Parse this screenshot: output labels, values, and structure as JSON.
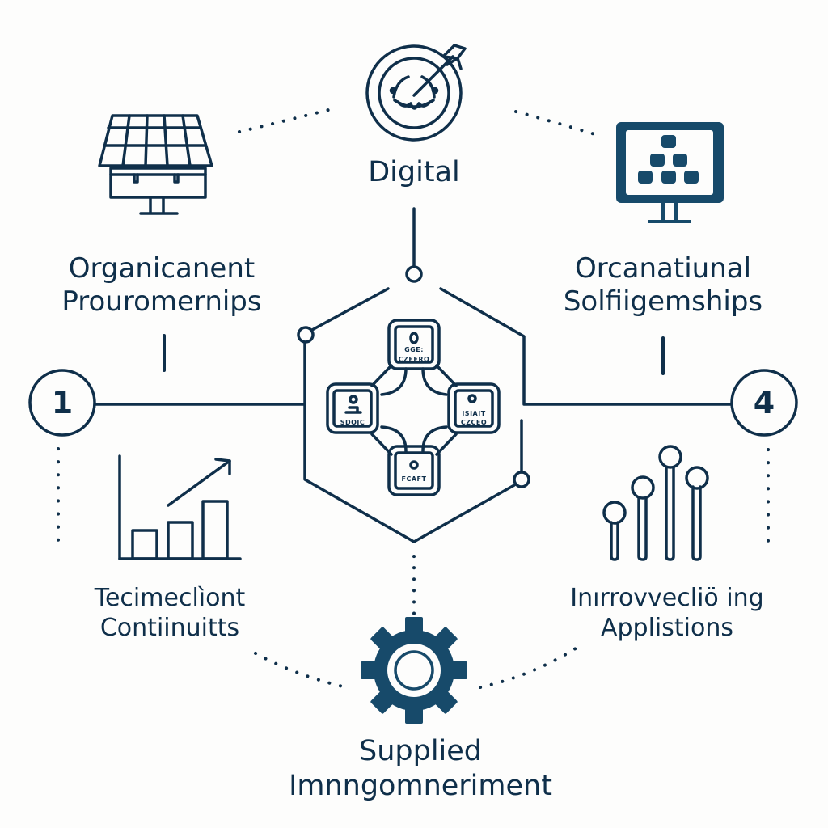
{
  "diagram": {
    "colors": {
      "primary": "#0f2f4a",
      "accent_fill": "#174a6a",
      "background": "#fdfdfc"
    },
    "top": {
      "label": "Digital",
      "icon": "target-arrow-icon"
    },
    "top_left": {
      "lines": [
        "Organicanent",
        "Prouromernips"
      ],
      "icon": "solar-panel-icon"
    },
    "top_right": {
      "lines": [
        "Orcanatiunal",
        "Solfiigemships"
      ],
      "icon": "monitor-hierarchy-icon"
    },
    "bottom_left": {
      "lines": [
        "Tecimeclìont",
        "Contiinuitts"
      ],
      "icon": "bar-chart-growth-icon"
    },
    "bottom_right": {
      "lines": [
        "Inırrovvecliö ing",
        "Applistions"
      ],
      "icon": "lollipop-bars-icon"
    },
    "bottom": {
      "lines": [
        "Supplied",
        "Imnngomneriment"
      ],
      "icon": "gear-icon"
    },
    "step_markers": {
      "left": "1",
      "right": "4"
    },
    "center_hub": {
      "nodes": [
        {
          "position": "top",
          "line1": "GGE:",
          "line2": "CZEERO"
        },
        {
          "position": "left",
          "line1": "",
          "line2": "SDOIC"
        },
        {
          "position": "right",
          "line1": "ISIAIT",
          "line2": "CZCEO"
        },
        {
          "position": "bottom",
          "line1": "",
          "line2": "FCAFT"
        }
      ]
    }
  }
}
